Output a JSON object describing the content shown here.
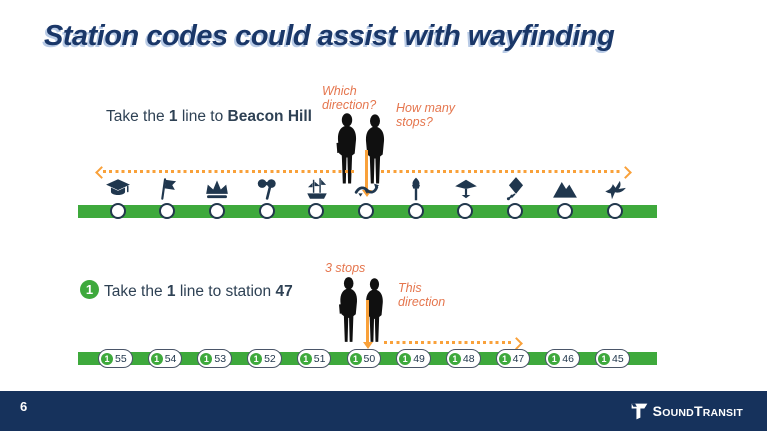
{
  "title": "Station codes could assist with wayfinding",
  "top": {
    "instruction": {
      "prefix": "Take the ",
      "line": "1",
      "middle": " line to ",
      "destination": "Beacon Hill"
    },
    "annotations": {
      "which_direction": "Which direction?",
      "how_many_stops": "How many stops?"
    },
    "station_icons": [
      "grad-cap-icon",
      "flag-icon",
      "crown-icon",
      "binoculars-icon",
      "ship-icon",
      "dragon-icon",
      "torch-icon",
      "glider-icon",
      "kite-icon",
      "mountain-icon",
      "bird-icon"
    ]
  },
  "bottom": {
    "line_badge": "1",
    "instruction": {
      "prefix": "Take the ",
      "line": "1",
      "middle": " line to station ",
      "number": "47"
    },
    "annotations": {
      "stops": "3 stops",
      "direction": "This direction"
    },
    "station_codes": [
      "55",
      "54",
      "53",
      "52",
      "51",
      "50",
      "49",
      "48",
      "47",
      "46",
      "45"
    ]
  },
  "footer": {
    "page_number": "6",
    "logo_text": "SoundTransit"
  },
  "colors": {
    "title_navy": "#1a3768",
    "line_green": "#3ea93c",
    "icon_navy": "#20374e",
    "annotation_orange": "#e5764e",
    "arrow_orange": "#f9a13a",
    "footer_navy": "#16325c"
  }
}
